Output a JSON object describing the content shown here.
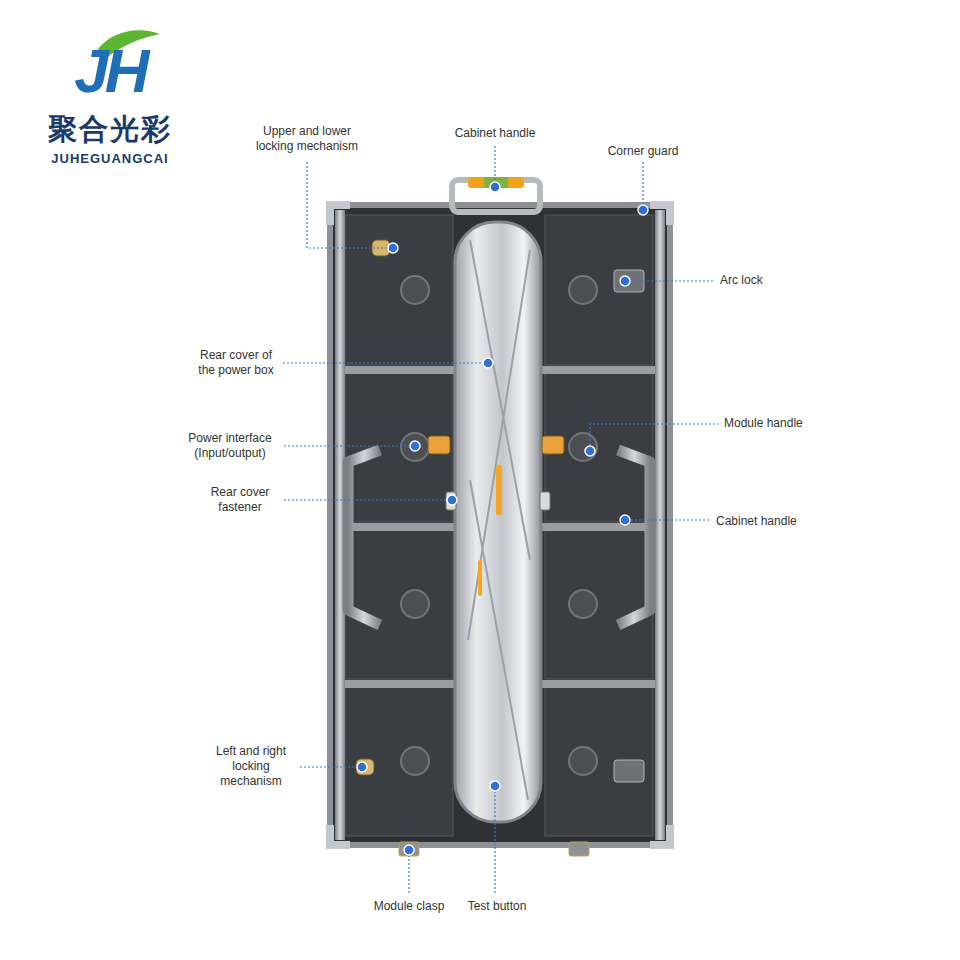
{
  "diagram": {
    "labels": [
      "JH",
      "聚合光彩",
      "JUHEGUANGCAI",
      "Upper and lower locking mechanism",
      "Cabinet handle",
      "Corner guard",
      "Arc lock",
      "Rear cover of the power box",
      "Module handle",
      "Power interface (Input/output)",
      "Cabinet handle",
      "Rear cover fastener",
      "Left and right locking mechanism",
      "Module clasp",
      "Test button"
    ]
  }
}
